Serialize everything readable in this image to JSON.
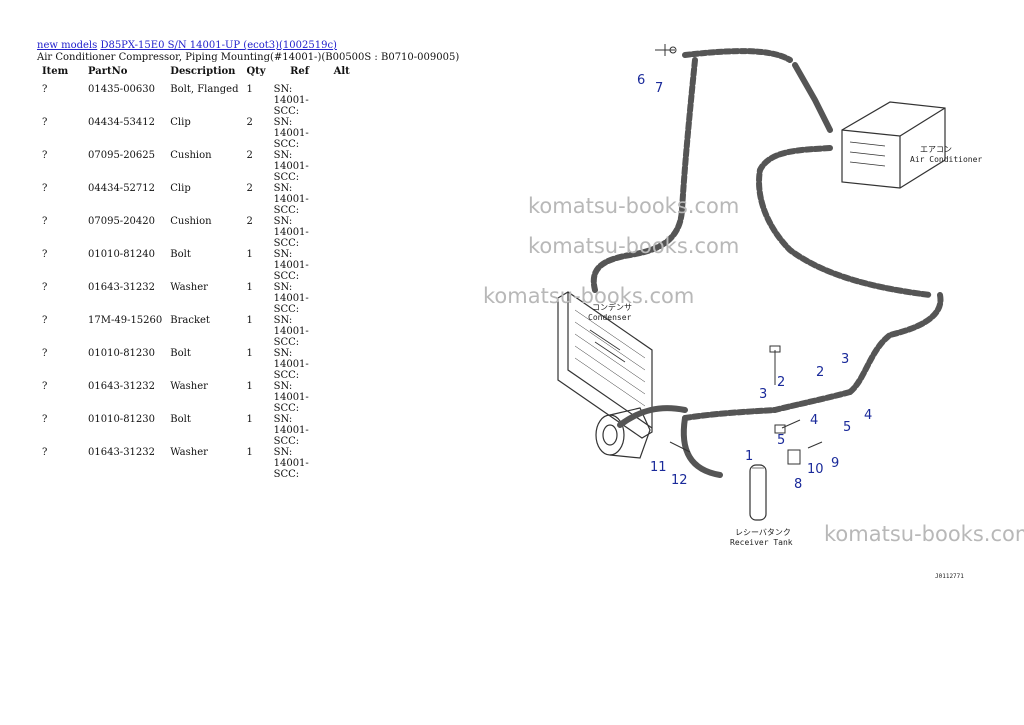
{
  "breadcrumb": {
    "link1": "new models",
    "link2": "D85PX-15E0 S/N 14001-UP (ecot3)(1002519c)"
  },
  "subtitle": "Air Conditioner Compressor, Piping Mounting(#14001-)(B00500S : B0710-009005)",
  "table": {
    "headers": [
      "Item",
      "PartNo",
      "Description",
      "Qty",
      "Ref",
      "Alt"
    ],
    "rows": [
      {
        "item": "?",
        "partno": "01435-00630",
        "desc": "Bolt, Flanged",
        "qty": "1",
        "ref": "SN: 14001-SCC:"
      },
      {
        "item": "?",
        "partno": "04434-53412",
        "desc": "Clip",
        "qty": "2",
        "ref": "SN: 14001-SCC:"
      },
      {
        "item": "?",
        "partno": "07095-20625",
        "desc": "Cushion",
        "qty": "2",
        "ref": "SN: 14001-SCC:"
      },
      {
        "item": "?",
        "partno": "04434-52712",
        "desc": "Clip",
        "qty": "2",
        "ref": "SN: 14001-SCC:"
      },
      {
        "item": "?",
        "partno": "07095-20420",
        "desc": "Cushion",
        "qty": "2",
        "ref": "SN: 14001-SCC:"
      },
      {
        "item": "?",
        "partno": "01010-81240",
        "desc": "Bolt",
        "qty": "1",
        "ref": "SN: 14001-SCC:"
      },
      {
        "item": "?",
        "partno": "01643-31232",
        "desc": "Washer",
        "qty": "1",
        "ref": "SN: 14001-SCC:"
      },
      {
        "item": "?",
        "partno": "17M-49-15260",
        "desc": "Bracket",
        "qty": "1",
        "ref": "SN: 14001-SCC:"
      },
      {
        "item": "?",
        "partno": "01010-81230",
        "desc": "Bolt",
        "qty": "1",
        "ref": "SN: 14001-SCC:"
      },
      {
        "item": "?",
        "partno": "01643-31232",
        "desc": "Washer",
        "qty": "1",
        "ref": "SN: 14001-SCC:"
      },
      {
        "item": "?",
        "partno": "01010-81230",
        "desc": "Bolt",
        "qty": "1",
        "ref": "SN: 14001-SCC:"
      },
      {
        "item": "?",
        "partno": "01643-31232",
        "desc": "Washer",
        "qty": "1",
        "ref": "SN: 14001-SCC:"
      }
    ]
  },
  "diagram": {
    "labels": {
      "air_conditioner_jp": "エアコン",
      "air_conditioner": "Air Conditioner",
      "condenser_jp": "コンデンサ",
      "condenser": "Condenser",
      "receiver_tank_jp": "レシーバタンク",
      "receiver_tank": "Receiver Tank",
      "drawing_id": "J0112771"
    },
    "callouts": [
      "6",
      "7",
      "3",
      "2",
      "4",
      "5",
      "3",
      "2",
      "4",
      "5",
      "1",
      "11",
      "12",
      "8",
      "10",
      "9"
    ]
  },
  "watermark": "komatsu-books.com"
}
